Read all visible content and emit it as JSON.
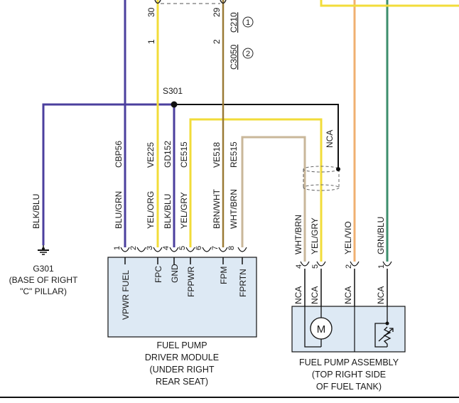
{
  "splice": {
    "label": "S301"
  },
  "ground": {
    "label": "G301",
    "location_line1": "(BASE OF RIGHT",
    "location_line2": "\"C\" PILLAR)"
  },
  "top_connectors": {
    "c210_pin": "30",
    "c210_pin2": "29",
    "c210_name": "C210",
    "c3050_pin": "1",
    "c3050_pin2": "2",
    "c3050_name": "C3050",
    "note1": "1",
    "note2": "2"
  },
  "wires": {
    "ground_wire": {
      "color": "BLK/BLU"
    },
    "w1": {
      "circuit": "CBP56",
      "color": "BLU/GRN"
    },
    "w3": {
      "circuit": "VE225",
      "color": "YEL/ORG"
    },
    "w4": {
      "circuit": "GD152",
      "color": "BLK/BLU"
    },
    "w5": {
      "circuit": "CE515",
      "color": "YEL/GRY"
    },
    "w7": {
      "circuit": "VE518",
      "color": "BRN/WHT"
    },
    "w8": {
      "circuit": "RE515",
      "color": "WHT/BRN"
    },
    "shield": {
      "label": "NCA"
    },
    "fpa4": {
      "color": "WHT/BRN"
    },
    "fpa5": {
      "color": "YEL/GRY"
    },
    "fpa2": {
      "color": "YEL/VIO"
    },
    "fpa1": {
      "color": "GRN/BLU"
    }
  },
  "module": {
    "pins": [
      "1",
      "2",
      "3",
      "4",
      "5",
      "6",
      "7",
      "8"
    ],
    "terminals": [
      "VPWR FUEL",
      "FPC",
      "GND",
      "FPPWR",
      "FPM",
      "FPRTN"
    ],
    "caption_line1": "FUEL PUMP",
    "caption_line2": "DRIVER MODULE",
    "caption_line3": "(UNDER RIGHT",
    "caption_line4": "REAR SEAT)"
  },
  "assembly": {
    "pins": [
      "4",
      "5",
      "2",
      "1"
    ],
    "nca_labels": [
      "NCA",
      "NCA",
      "NCA",
      "NCA"
    ],
    "motor_symbol": "M",
    "caption_line1": "FUEL PUMP ASSEMBLY",
    "caption_line2": "(TOP RIGHT SIDE",
    "caption_line3": "OF FUEL TANK)"
  },
  "colors": {
    "purple": "#4b3f9e",
    "yellow": "#f2dc3a",
    "brown": "#9a7a36",
    "tan": "#c9b79a",
    "orange": "#f0b071",
    "green": "#3c8e6c",
    "box_fill": "#dde9f4"
  }
}
